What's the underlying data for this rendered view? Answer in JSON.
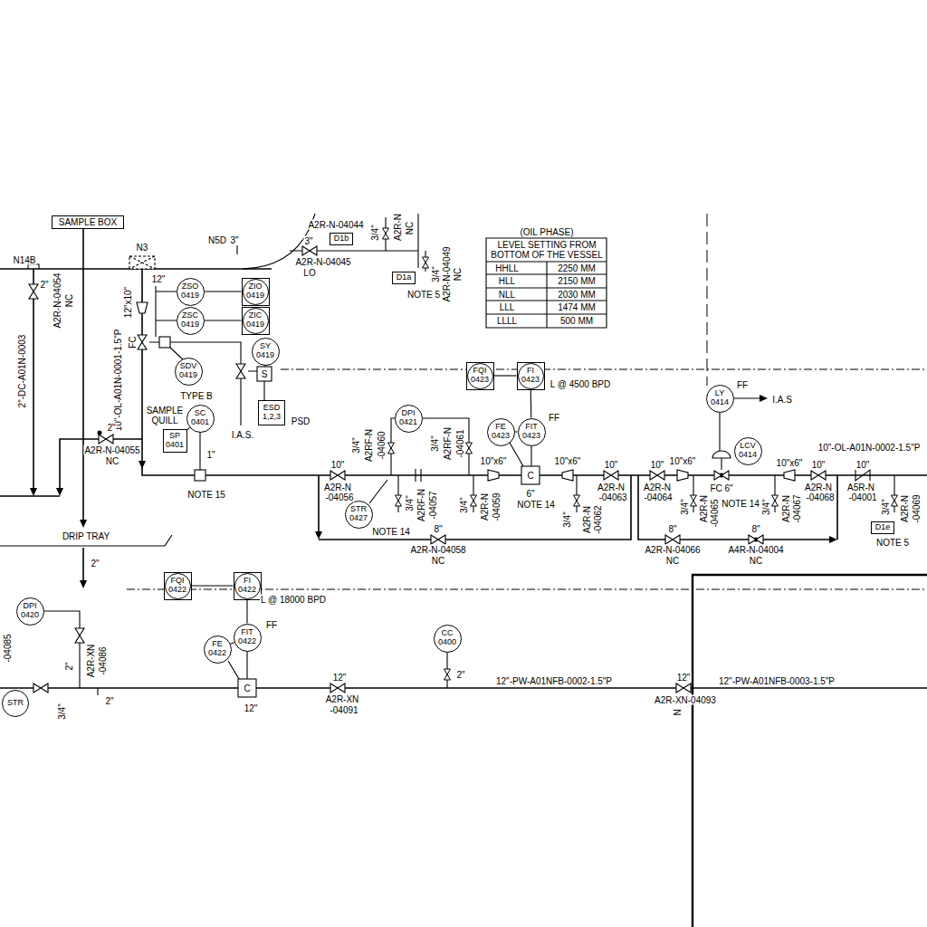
{
  "diagram": {
    "nodes": [
      {
        "text": [
          "SAMPLE BOX"
        ]
      },
      {
        "text": [
          "D1b"
        ]
      },
      {
        "text": [
          "D1a"
        ]
      },
      {
        "text": [
          "ZSO",
          "0419"
        ]
      },
      {
        "text": [
          "ZIO",
          "0419"
        ]
      },
      {
        "text": [
          "ZSC",
          "0419"
        ]
      },
      {
        "text": [
          "ZIC",
          "0419"
        ]
      },
      {
        "text": [
          "SY",
          "0419"
        ]
      },
      {
        "text": [
          "SDV",
          "0419"
        ]
      },
      {
        "text": [
          "FQI",
          "0423"
        ]
      },
      {
        "text": [
          "FI",
          "0423"
        ]
      },
      {
        "text": [
          "LY",
          "0414"
        ]
      },
      {
        "text": [
          "ESD",
          "1,2,3"
        ]
      },
      {
        "text": [
          "SC",
          "0401"
        ]
      },
      {
        "text": [
          "DPI",
          "0421"
        ]
      },
      {
        "text": [
          "FE",
          "0423"
        ]
      },
      {
        "text": [
          "FIT",
          "0423"
        ]
      },
      {
        "text": [
          "SP",
          "0401"
        ]
      },
      {
        "text": [
          "LCV",
          "0414"
        ]
      },
      {
        "text": [
          "STR",
          "0427"
        ]
      },
      {
        "text": [
          "D1e"
        ]
      },
      {
        "text": [
          "DRIP TRAY"
        ]
      },
      {
        "text": [
          "FQI",
          "0422"
        ]
      },
      {
        "text": [
          "FI",
          "0422"
        ]
      },
      {
        "text": [
          "DPI",
          "0420"
        ]
      },
      {
        "text": [
          "CC",
          "0400"
        ]
      },
      {
        "text": [
          "FIT",
          "0422"
        ]
      },
      {
        "text": [
          "FE",
          "0422"
        ]
      },
      {
        "text": [
          "STR"
        ]
      }
    ],
    "edges": [
      {
        "from": 3,
        "to": 4,
        "arrow": "none"
      },
      {
        "from": 5,
        "to": 6,
        "arrow": "none"
      },
      {
        "from": 9,
        "to": 10,
        "arrow": "none"
      },
      {
        "from": 10,
        "to": 16,
        "arrow": "none"
      },
      {
        "from": 15,
        "to": 16,
        "arrow": "none"
      },
      {
        "from": 13,
        "to": 17,
        "arrow": "none"
      },
      {
        "from": 22,
        "to": 23,
        "arrow": "none"
      },
      {
        "from": 23,
        "to": 26,
        "arrow": "none"
      },
      {
        "from": 27,
        "to": 26,
        "arrow": "none"
      }
    ],
    "labels": [
      "N14B",
      "2\"",
      "A2R-N-04054",
      "NC",
      "2\"-DC-A01N-0003",
      "N3",
      "12\"",
      "12\"x10\"",
      "10\"-OL-A01N-0001-1.5\"P",
      "FC",
      "SAMPLE QUILL",
      "TYPE B",
      "2\"",
      "A2R-N-04055",
      "NC",
      "1\"",
      "NOTE 15",
      "I.A.S.",
      "PSD",
      "N5D",
      "3\"",
      "A2R-N-04044",
      "3\"",
      "3/4\"",
      "A2R-N",
      "NC",
      "A2R-N-04045",
      "LO",
      "3/4\"",
      "A2R-N-04049",
      "NC",
      "NOTE 5",
      "(OIL PHASE)",
      "LEVEL SETTING FROM BOTTOM OF THE VESSEL",
      "HHLL",
      "2250 MM",
      "HLL",
      "2150 MM",
      "NLL",
      "2030 MM",
      "LLL",
      "1474 MM",
      "LLLL",
      "500 MM",
      "L @ 4500 BPD",
      "FF",
      "FF",
      "I.A.S",
      "3/4\"",
      "A2RF-N",
      "-04060",
      "3/4\"",
      "A2RF-N",
      "-04061",
      "10\"",
      "A2R-N",
      "-04056",
      "3/4\"",
      "A2RF-N",
      "-04057",
      "NOTE 14",
      "10\"x6\"",
      "3/4\"",
      "A2R-N",
      "-04059",
      "6\"",
      "NOTE 14",
      "10\"x6\"",
      "3/4\"",
      "A2R-N",
      "-04062",
      "10\"",
      "A2R-N",
      "-04063",
      "8\"",
      "A2R-N-04058",
      "NC",
      "10\"",
      "A2R-N",
      "-04064",
      "10\"x6\"",
      "3/4\"",
      "A2R-N",
      "-04065",
      "FC 6\"",
      "NOTE 14",
      "10\"x6\"",
      "3/4\"",
      "A2R-N",
      "-04067",
      "10\"",
      "A2R-N",
      "-04068",
      "10\"-OL-A01N-0002-1.5\"P",
      "10\"",
      "A5R-N",
      "-04001",
      "3/4\"",
      "A2R-N",
      "-04069",
      "NOTE 5",
      "8\"",
      "A2R-N-04066",
      "NC",
      "8\"",
      "A4R-N-04004",
      "NC",
      "2\"",
      "-04085",
      "2\"",
      "A2R-XN",
      "-04086",
      "2\"",
      "3/4\"",
      "L @ 18000 BPD",
      "FF",
      "12\"",
      "12\"",
      "A2R-XN",
      "-04091",
      "2\"",
      "12\"-PW-A01NFB-0002-1.5\"P",
      "12\"",
      "A2R-XN-04093",
      "N",
      "12\"-PW-A01NFB-0003-1.5\"P",
      "S",
      "C",
      "C"
    ]
  }
}
